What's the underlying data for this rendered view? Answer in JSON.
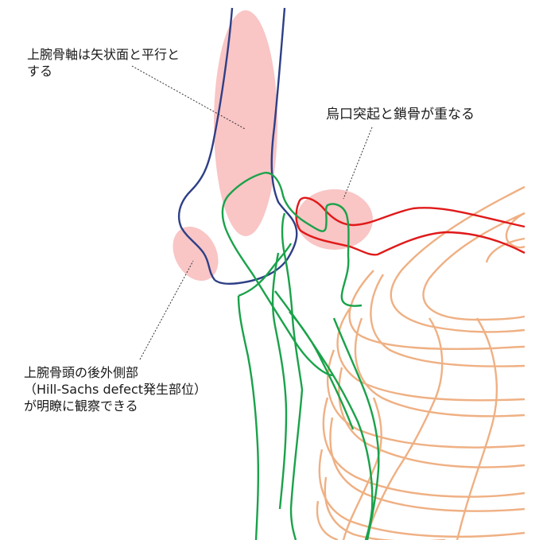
{
  "annotations": {
    "humerus_axis": [
      "上腕骨軸は矢状面と平行と",
      "する"
    ],
    "coracoid_clavicle": "烏口突起と鎖骨が重なる",
    "humeral_head": [
      "上腕骨頭の後外側部",
      "（Hill-Sachs defect発生部位）",
      "が明瞭に観察できる"
    ]
  },
  "colors": {
    "humerus": "#2e3f86",
    "scapula": "#1aa24a",
    "clavicle": "#e01919",
    "ribs": "#efb083",
    "highlight": "#f9c5c5",
    "leader": "#333333"
  }
}
